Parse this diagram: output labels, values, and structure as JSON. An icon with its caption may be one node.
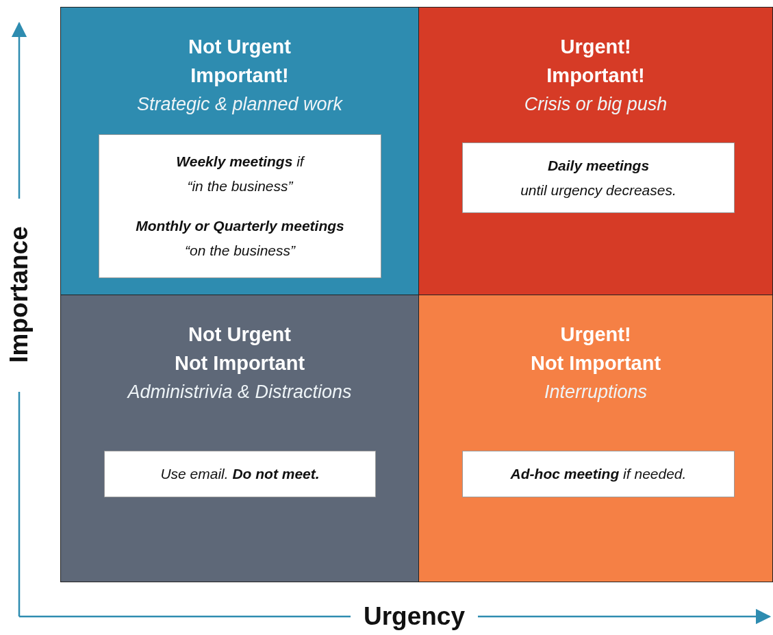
{
  "diagram": {
    "nodes": [
      {
        "text": [
          "Not Urgent Important!",
          "Strategic & planned work"
        ]
      },
      {
        "text": [
          "**Weekly meetings** if “in the business”",
          "**Monthly or Quarterly meetings** “on the business”"
        ],
        "in": 0
      },
      {
        "text": [
          "Urgent! Important!",
          "Crisis or big push"
        ]
      },
      {
        "text": [
          "**Daily meetings** until urgency decreases."
        ],
        "in": 2
      },
      {
        "text": [
          "Not Urgent Not Important",
          "Administrivia & Distractions"
        ]
      },
      {
        "text": [
          "Use email. **Do not meet.**"
        ],
        "in": 4
      },
      {
        "text": [
          "Urgent! Not Important",
          "Interruptions"
        ]
      },
      {
        "text": [
          "**Ad-hoc meeting** if needed."
        ],
        "in": 6
      }
    ],
    "edges": [],
    "labels": [
      "Importance",
      "Urgency"
    ]
  }
}
